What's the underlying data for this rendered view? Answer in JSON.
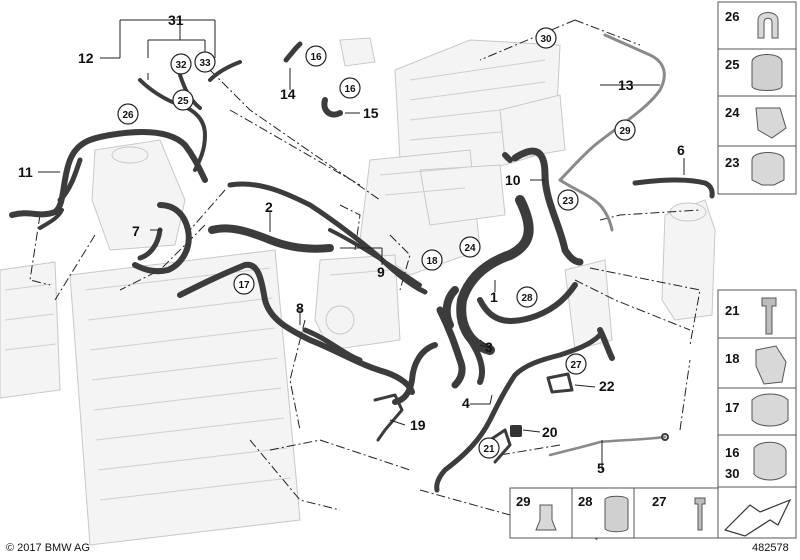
{
  "callouts": {
    "n1": "1",
    "n2": "2",
    "n3": "3",
    "n4": "4",
    "n5": "5",
    "n6": "6",
    "n7": "7",
    "n8": "8",
    "n9": "9",
    "n10": "10",
    "n11": "11",
    "n12": "12",
    "n13": "13",
    "n14": "14",
    "n15": "15",
    "n19": "19",
    "n20": "20",
    "n22": "22",
    "n31": "31"
  },
  "circled": {
    "c16a": "16",
    "c16b": "16",
    "c17": "17",
    "c18": "18",
    "c21": "21",
    "c23": "23",
    "c24": "24",
    "c25": "25",
    "c26": "26",
    "c27": "27",
    "c28": "28",
    "c29": "29",
    "c30": "30",
    "c32": "32",
    "c33": "33"
  },
  "parts_panel_right": [
    "26",
    "25",
    "24",
    "23",
    "21",
    "18",
    "17",
    "16",
    "30"
  ],
  "parts_panel_bottom": [
    "29",
    "28",
    "27"
  ],
  "footer": {
    "copyright": "© 2017 BMW AG",
    "diagram_number": "482578"
  }
}
